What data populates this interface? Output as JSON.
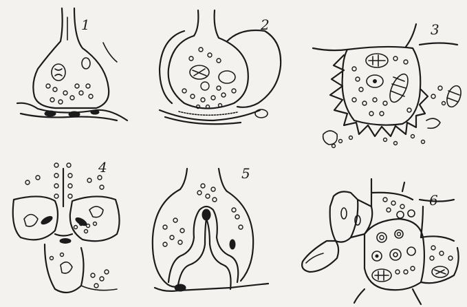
{
  "figure": {
    "panels": [
      {
        "id": "panel-1",
        "label": "1"
      },
      {
        "id": "panel-2",
        "label": "2"
      },
      {
        "id": "panel-3",
        "label": "3"
      },
      {
        "id": "panel-4",
        "label": "4"
      },
      {
        "id": "panel-5",
        "label": "5"
      },
      {
        "id": "panel-6",
        "label": "6"
      }
    ]
  }
}
